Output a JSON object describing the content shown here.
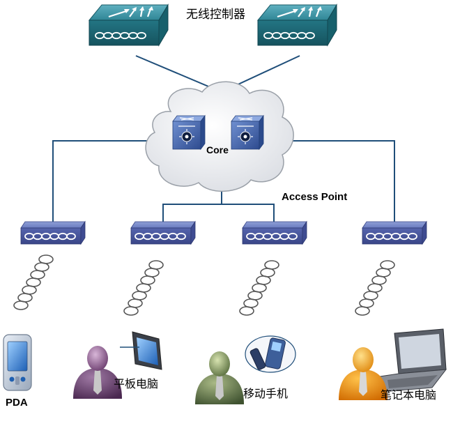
{
  "labels": {
    "controller": "无线控制器",
    "core": "Core",
    "access_point": "Access Point"
  },
  "clients": [
    {
      "label": "PDA",
      "person": "none"
    },
    {
      "label": "平板电脑",
      "person": "purple"
    },
    {
      "label": "移动手机",
      "person": "green"
    },
    {
      "label": "笔记本电脑",
      "person": "orange"
    }
  ],
  "colors": {
    "controller": "#1f6e7e",
    "access_point": "#4a5aa3",
    "link": "#1f4e79",
    "cloud": "#e4e6ea"
  }
}
